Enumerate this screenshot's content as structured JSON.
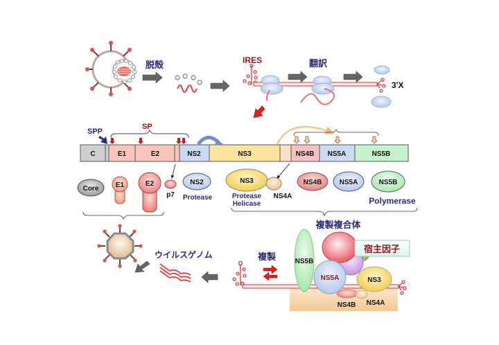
{
  "labels": {
    "uncoating": "脱殻",
    "translation": "翻訳",
    "ires": "IRES",
    "three_x": "3'X",
    "spp": "SPP",
    "sp": "SP",
    "replication_complex": "複製複合体",
    "host_factor": "宿主因子",
    "replication": "複製",
    "viral_genome": "ウイルスゲノム"
  },
  "polyprotein": {
    "segments": [
      {
        "name": "C",
        "color": "#c8c8c8"
      },
      {
        "name": "E1",
        "color": "#f7b9ae"
      },
      {
        "name": "E2",
        "color": "#f7b9ae"
      },
      {
        "name": "NS2",
        "color": "#c6d6f2"
      },
      {
        "name": "NS3",
        "color": "#fbe29a"
      },
      {
        "name": "NS4B",
        "color": "#f7b9b9"
      },
      {
        "name": "NS5A",
        "color": "#c6d6f2"
      },
      {
        "name": "NS5B",
        "color": "#bdf0c4"
      }
    ]
  },
  "proteins": {
    "core": "Core",
    "e1": "E1",
    "e2": "E2",
    "p7": "p7",
    "ns2": "NS2",
    "ns2_function": "Protease",
    "ns3": "NS3",
    "ns3_function_1": "Protease",
    "ns3_function_2": "Helicase",
    "ns4a": "NS4A",
    "ns4b": "NS4B",
    "ns5a": "NS5A",
    "ns5b": "NS5B",
    "ns5b_function": "Polymerase"
  },
  "complex": {
    "ns5b": "NS5B",
    "ns5a": "NS5A",
    "ns3": "NS3",
    "ns4b": "NS4B",
    "ns4a": "NS4A"
  }
}
